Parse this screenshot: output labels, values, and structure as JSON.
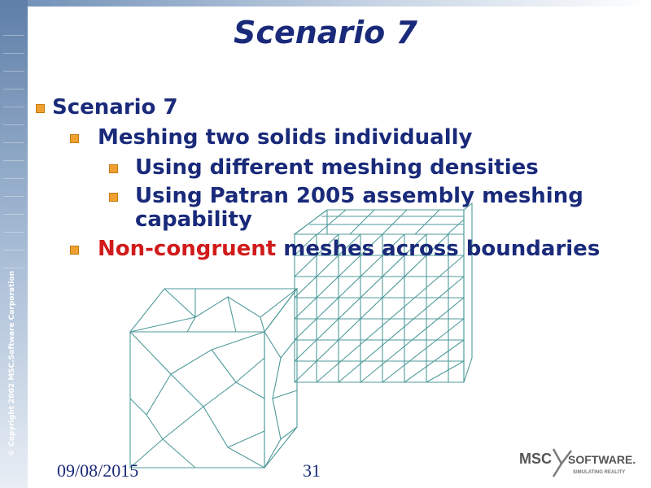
{
  "slide": {
    "title": "Scenario 7",
    "bullets": [
      {
        "level": 1,
        "text": "Scenario 7"
      },
      {
        "level": 2,
        "text": "Meshing two solids individually"
      },
      {
        "level": 3,
        "text": "Using different meshing densities"
      },
      {
        "level": 3,
        "text": "Using Patran 2005 assembly meshing capability"
      },
      {
        "level": 2,
        "text_red": "Non-congruent",
        "text_rest": " meshes across boundaries"
      }
    ],
    "colors": {
      "title": "#1a2a7a",
      "highlight": "#d11b1b",
      "bullet_marker": "#f0a030",
      "mesh_lines": "#4f9a9a"
    }
  },
  "footer": {
    "date": "09/08/2015",
    "page_number": "31",
    "copyright": "© Copyright 2002 MSC.Software Corporation"
  },
  "logo": {
    "brand": "MSC",
    "brand2": "SOFTWARE.",
    "tagline": "SIMULATING REALITY"
  }
}
